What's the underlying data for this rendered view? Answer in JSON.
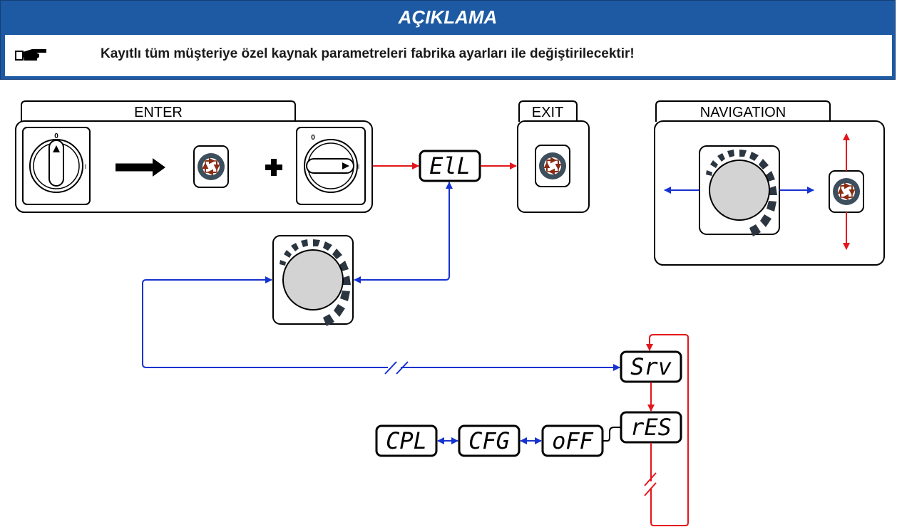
{
  "banner": {
    "title": "AÇIKLAMA",
    "notice_icon": "pointing-hand-icon",
    "notice": "Kayıtlı tüm müşteriye özel kaynak parametreleri fabrika ayarları ile değiştirilecektir!"
  },
  "panels": {
    "enter": "ENTER",
    "exit": "EXIT",
    "navigation": "NAVIGATION"
  },
  "switch_marks": {
    "off": "0",
    "on": "I"
  },
  "displays": {
    "elt": "ElL",
    "srv": "Srv",
    "res": "rES",
    "off": "oFF",
    "cfg": "CFG",
    "cpl": "CPL"
  },
  "colors": {
    "banner": "#1d5aa3",
    "red_arrow": "#e3161b",
    "blue_arrow": "#1632d0",
    "button_arrow": "#8b2b10",
    "dial_gray": "#d3d3d3",
    "dial_ticks": "#2b3640"
  }
}
